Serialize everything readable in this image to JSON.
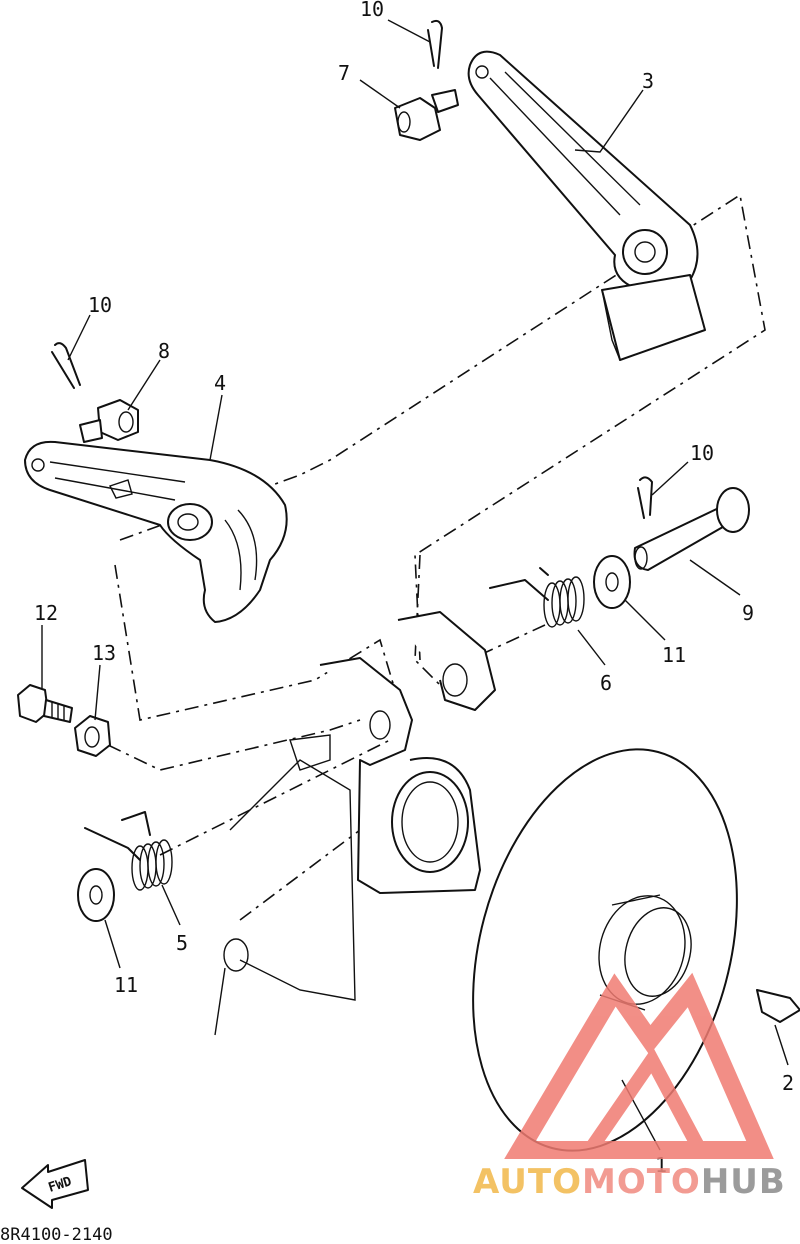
{
  "diagram": {
    "part_code": "8R4100-2140",
    "fwd_label": "FWD",
    "callouts": [
      {
        "id": "c10a",
        "text": "10"
      },
      {
        "id": "c7",
        "text": "7"
      },
      {
        "id": "c3",
        "text": "3"
      },
      {
        "id": "c10b",
        "text": "10"
      },
      {
        "id": "c8",
        "text": "8"
      },
      {
        "id": "c4",
        "text": "4"
      },
      {
        "id": "c10c",
        "text": "10"
      },
      {
        "id": "c9",
        "text": "9"
      },
      {
        "id": "c11a",
        "text": "11"
      },
      {
        "id": "c6",
        "text": "6"
      },
      {
        "id": "c12",
        "text": "12"
      },
      {
        "id": "c13",
        "text": "13"
      },
      {
        "id": "c5",
        "text": "5"
      },
      {
        "id": "c11b",
        "text": "11"
      },
      {
        "id": "c2",
        "text": "2"
      },
      {
        "id": "c1",
        "text": "1"
      }
    ]
  },
  "watermark": {
    "part1": "AUTO",
    "part2": "MOTO",
    "part3": "HUB",
    "color_auto": "#f2b84a",
    "color_moto": "#f08a80",
    "color_hub": "#8a8a8a",
    "triangle_color": "#f07b72"
  }
}
